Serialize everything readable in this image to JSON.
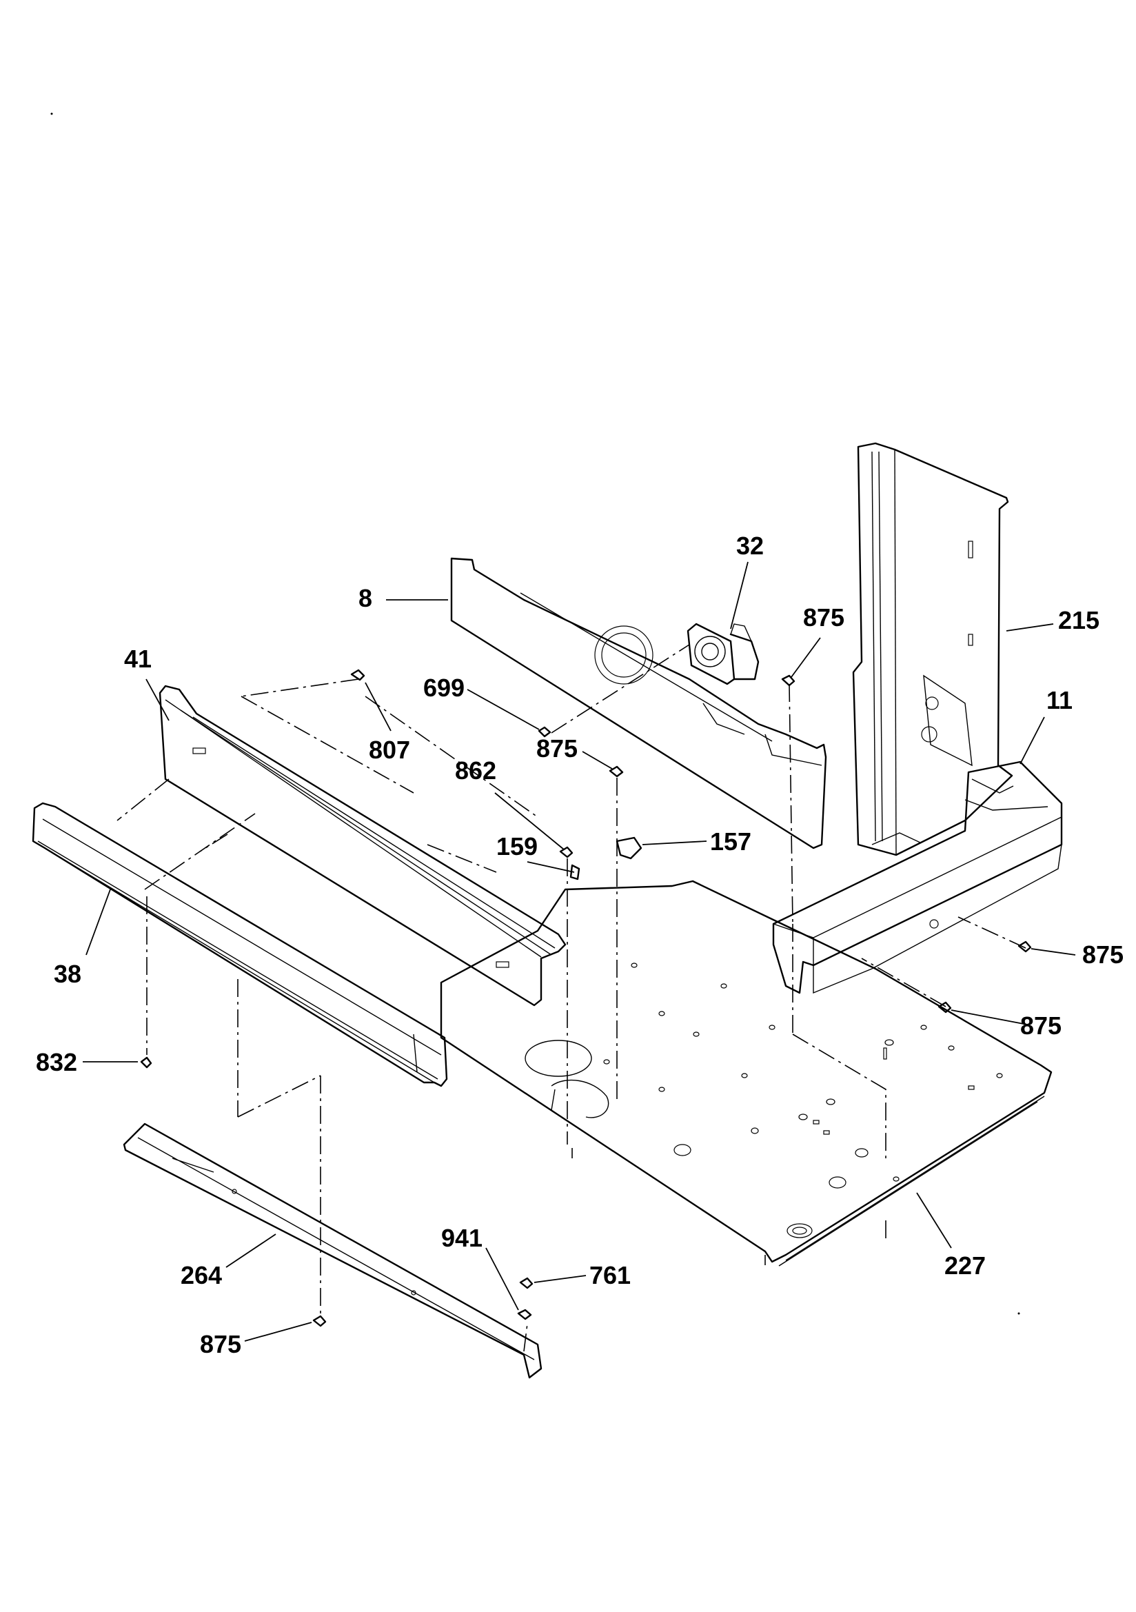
{
  "callouts": [
    {
      "id": "c-8",
      "label": "8"
    },
    {
      "id": "c-32",
      "label": "32"
    },
    {
      "id": "c-875-top",
      "label": "875"
    },
    {
      "id": "c-215",
      "label": "215"
    },
    {
      "id": "c-11",
      "label": "11"
    },
    {
      "id": "c-41",
      "label": "41"
    },
    {
      "id": "c-699",
      "label": "699"
    },
    {
      "id": "c-807",
      "label": "807"
    },
    {
      "id": "c-875-mid",
      "label": "875"
    },
    {
      "id": "c-862",
      "label": "862"
    },
    {
      "id": "c-159",
      "label": "159"
    },
    {
      "id": "c-157",
      "label": "157"
    },
    {
      "id": "c-875-right1",
      "label": "875"
    },
    {
      "id": "c-875-right2",
      "label": "875"
    },
    {
      "id": "c-38",
      "label": "38"
    },
    {
      "id": "c-832",
      "label": "832"
    },
    {
      "id": "c-264",
      "label": "264"
    },
    {
      "id": "c-941",
      "label": "941"
    },
    {
      "id": "c-761",
      "label": "761"
    },
    {
      "id": "c-227",
      "label": "227"
    },
    {
      "id": "c-875-bottom",
      "label": "875"
    }
  ]
}
